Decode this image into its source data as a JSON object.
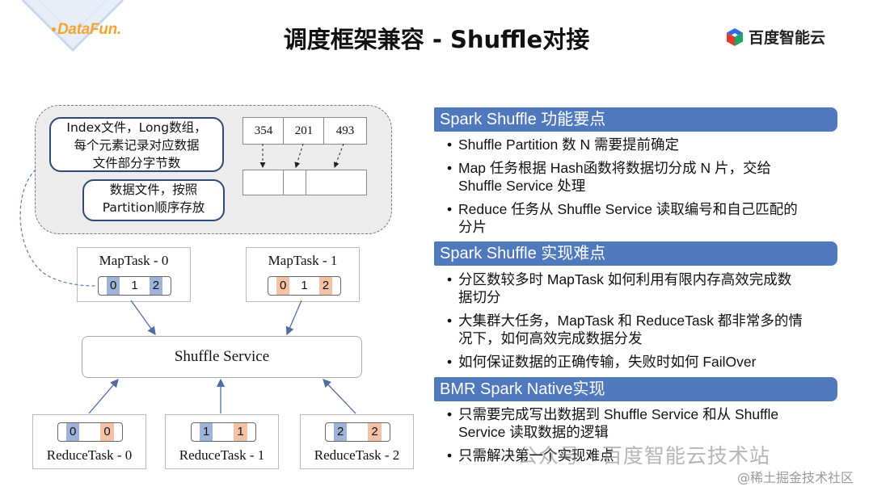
{
  "header": {
    "logo_left": "DataFun.",
    "title": "调度框架兼容 - Shuffle对接",
    "logo_right": "百度智能云"
  },
  "diagram": {
    "callout_index": [
      "Index文件，Long数组，",
      "每个元素记录对应数据",
      "文件部分字节数"
    ],
    "callout_data": [
      "数据文件，按照",
      "Partition顺序存放"
    ],
    "index_values": [
      "354",
      "201",
      "493"
    ],
    "map_tasks": [
      {
        "label": "MapTask - 0",
        "partitions": [
          "0",
          "1",
          "2"
        ]
      },
      {
        "label": "MapTask - 1",
        "partitions": [
          "0",
          "1",
          "2"
        ]
      }
    ],
    "shuffle_service": "Shuffle Service",
    "reduce_tasks": [
      {
        "label": "ReduceTask - 0",
        "partitions": [
          "0",
          "0"
        ]
      },
      {
        "label": "ReduceTask - 1",
        "partitions": [
          "1",
          "1"
        ]
      },
      {
        "label": "ReduceTask - 2",
        "partitions": [
          "2",
          "2"
        ]
      }
    ],
    "colors": {
      "map0": "#9db3d9",
      "map1": "#f3c1a3"
    }
  },
  "sections": [
    {
      "title": "Spark Shuffle 功能要点",
      "bullets": [
        [
          "Shuffle Partition 数 N 需要提前确定"
        ],
        [
          "Map 任务根据 Hash函数将数据切分成 N 片，交给",
          "Shuffle Service 处理"
        ],
        [
          "Reduce 任务从 Shuffle Service 读取编号和自己匹配的",
          "分片"
        ]
      ]
    },
    {
      "title": "Spark Shuffle 实现难点",
      "bullets": [
        [
          "分区数较多时 MapTask 如何利用有限内存高效完成数",
          "据切分"
        ],
        [
          "大集群大任务，MapTask 和 ReduceTask 都非常多的情",
          "况下，如何高效完成数据分发"
        ],
        [
          "如何保证数据的正确传输，失败时如何 FailOver"
        ]
      ]
    },
    {
      "title": "BMR Spark Native实现",
      "bullets": [
        [
          "只需要完成写出数据到 Shuffle Service 和从 Shuffle",
          "Service 读取数据的逻辑"
        ],
        [
          "只需解决第一个实现难点"
        ]
      ]
    }
  ],
  "watermark": "公众号 · 百度智能云技术站",
  "watermark_corner": "@稀土掘金技术社区",
  "accent_color": "#4f78bd"
}
